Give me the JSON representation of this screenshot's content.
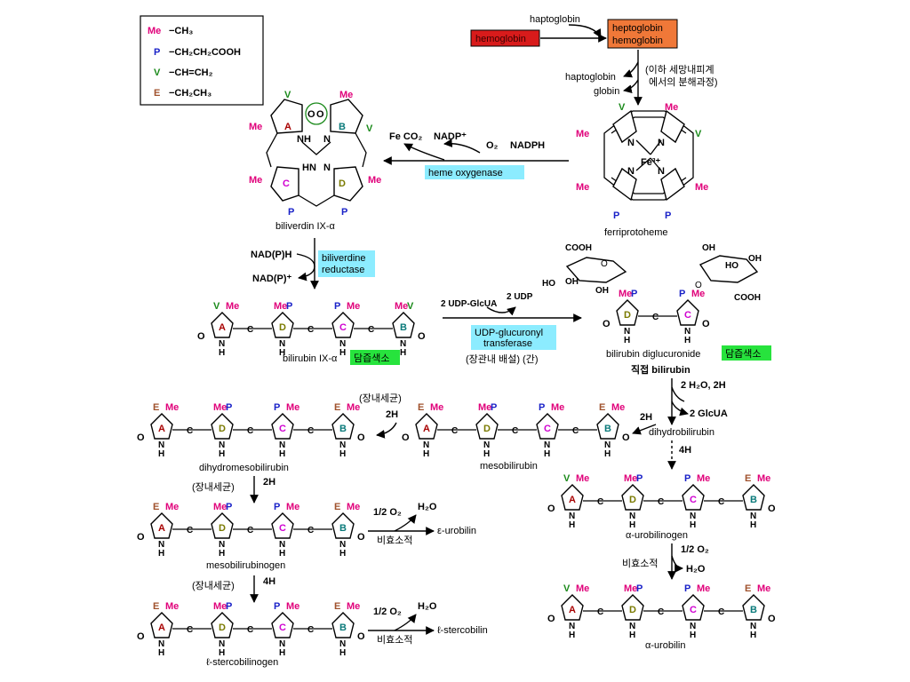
{
  "colors": {
    "me": "#e0007a",
    "p": "#1a22c8",
    "v": "#1b8a1b",
    "e": "#a0522d",
    "ring_a": "#a80000",
    "ring_b": "#0a7a7a",
    "ring_c": "#d000d0",
    "ring_d": "#7a7a00",
    "hemoglobin_box": "#d81b1b",
    "complex_box": "#f07838",
    "enzyme_box": "#8cecff",
    "tag_box": "#27e33d"
  },
  "legend": [
    {
      "abbr": "Me",
      "formula": "−CH₃"
    },
    {
      "abbr": "P",
      "formula": "−CH₂CH₂COOH"
    },
    {
      "abbr": "V",
      "formula": "−CH=CH₂"
    },
    {
      "abbr": "E",
      "formula": "−CH₂CH₃"
    }
  ],
  "labels": {
    "haptoglobin_top": "haptoglobin",
    "hemoglobin": "hemoglobin",
    "complex_line1": "heptoglobin",
    "complex_line2": "hemoglobin",
    "haptoglobin_out": "haptoglobin",
    "globin_out": "globin",
    "korean_note1": "(이하 세망내피계",
    "korean_note2": "에서의 분해과정)",
    "fe_co2": "Fe CO₂",
    "nadp_plus": "NADP⁺",
    "o2": "O₂",
    "nadph": "NADPH",
    "heme_oxygenase": "heme oxygenase",
    "ferriprotoheme": "ferriprotoheme",
    "fe3": "Fe³⁺",
    "biliverdin": "biliverdin IX-α",
    "nadph_in": "NAD(P)H",
    "nadp_out": "NAD(P)⁺",
    "bvr1": "biliverdine",
    "bvr2": "reductase",
    "bilirubin": "bilirubin IX-α",
    "bile_pigment": "담즙색소",
    "udp_glcua": "2 UDP-GlcUA",
    "udp": "2 UDP",
    "ugt1": "UDP-glucuronyl",
    "ugt2": "transferase",
    "where_liver": "(장관내 배설) (간)",
    "diglucuronide": "bilirubin diglucuronide",
    "direct_bilirubin": "직접 bilirubin",
    "h2o_2h": "2 H₂O, 2H",
    "two_glcua": "2 GlcUA",
    "dihydrobilirubin": "dihydrobilirubin",
    "four_h": "4H",
    "mesobilirubin": "mesobilirubin",
    "gut_bacteria": "(장내세균)",
    "two_h": "2H",
    "dihydromesobilirubin": "dihydromesobilirubin",
    "mesobilirubinogen": "mesobilirubinogen",
    "half_o2": "1/2 O₂",
    "h2o": "H₂O",
    "non_enzymatic": "비효소적",
    "e_urobilin": "ε-urobilin",
    "stercobilinogen": "ℓ-stercobilinogen",
    "l_stercobilin": "ℓ-stercobilin",
    "a_urobilinogen": "α-urobilinogen",
    "a_urobilin": "α-urobilin",
    "cooh": "COOH",
    "oh": "OH",
    "ho": "HO"
  }
}
